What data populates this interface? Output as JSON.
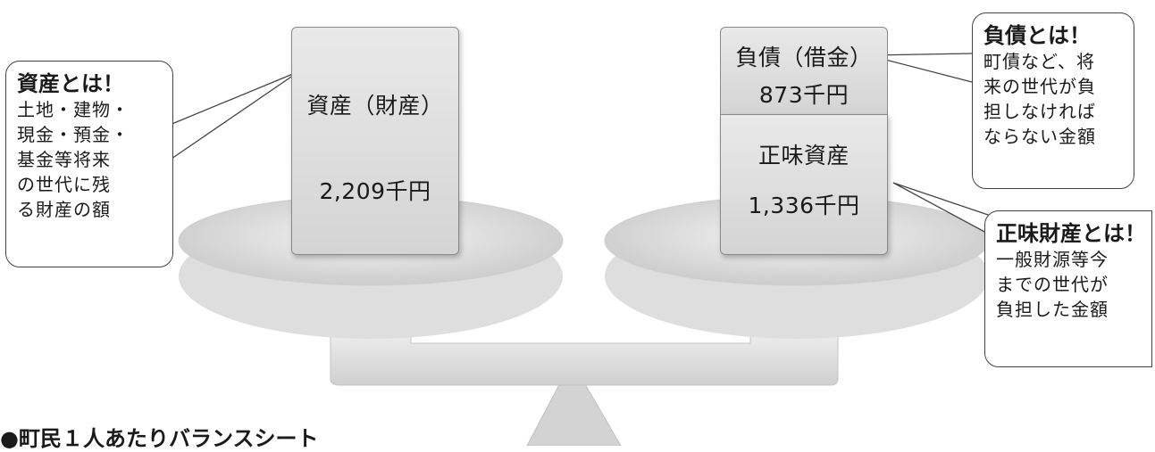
{
  "assets_box": {
    "title": "資産（財産）",
    "value": "2,209千円"
  },
  "liabilities_box": {
    "title": "負債（借金）",
    "value": "873千円"
  },
  "net_assets_box": {
    "title": "正味資産",
    "value": "1,336千円"
  },
  "callout_assets": {
    "title": "資産とは！",
    "lines": [
      "土地・建物・",
      "現金・預金・",
      "基金等将来",
      "の世代に残",
      "る財産の額"
    ]
  },
  "callout_liabilities": {
    "title": "負債とは！",
    "lines": [
      "町債など、将",
      "来の世代が負",
      "担しなければ",
      "ならない金額"
    ]
  },
  "callout_net_assets": {
    "title": "正味財産とは！",
    "lines": [
      "一般財源等今",
      "までの世代が",
      "負担した金額"
    ]
  },
  "caption": "●町民１人あたりバランスシート",
  "colors": {
    "box_fill": "#dcdcdc",
    "pan_fill": "#d9d9d9",
    "border": "#444444"
  }
}
